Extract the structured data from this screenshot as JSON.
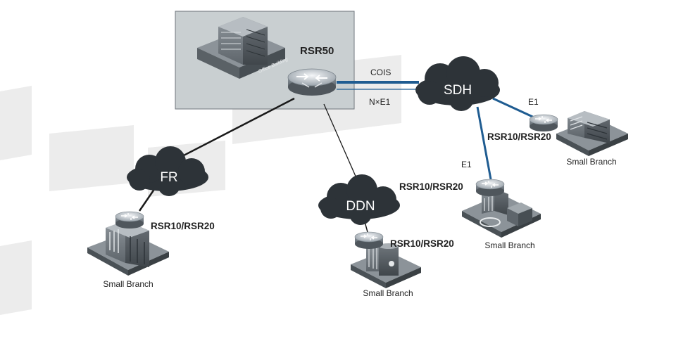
{
  "nodes": {
    "hq_router": "RSR50",
    "hq_building": "Office Building",
    "cloud_sdh": "SDH",
    "cloud_fr": "FR",
    "cloud_ddn": "DDN",
    "branch_fr_router": "RSR10/RSR20",
    "branch_ddn_router": "RSR10/RSR20",
    "branch_sdh_mid_router": "RSR10/RSR20",
    "branch_sdh_right_router": "RSR10/RSR20",
    "branch_fr_label": "Small Branch",
    "branch_ddn_label": "Small Branch",
    "branch_sdh_mid_label": "Small Branch",
    "branch_sdh_right_label": "Small Branch"
  },
  "links": {
    "hq_sdh_top": "COIS",
    "hq_sdh_bottom": "N×E1",
    "sdh_right": "E1",
    "sdh_mid": "E1"
  },
  "colors": {
    "hq_box": "#c9cfd1",
    "cloud": "#2d3338",
    "blue_link": "#1f5c91",
    "black_link": "#1a1a1a",
    "background_panel": "#ececec"
  }
}
